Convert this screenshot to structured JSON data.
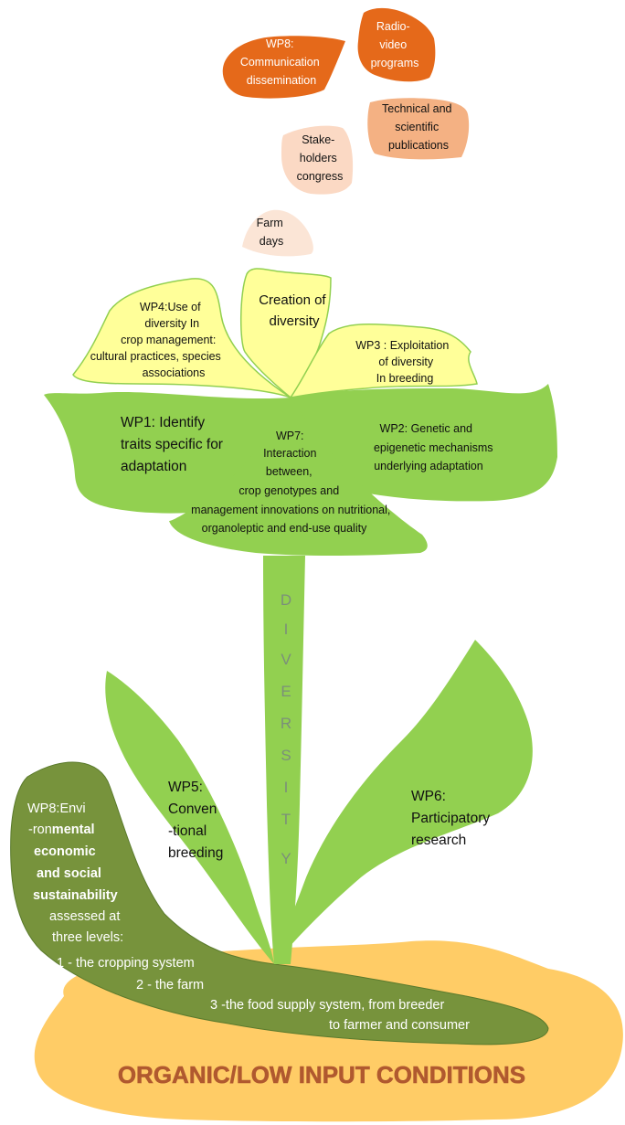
{
  "colors": {
    "petal_dark_orange": "#e5691a",
    "petal_mid_orange": "#f4b183",
    "petal_light": "#fbd9c4",
    "petal_pale": "#fbe5d6",
    "flower_yellow": "#ffff99",
    "leaf_green": "#92d050",
    "dark_leaf": "#77933c",
    "ground": "#ffcc66",
    "title_brown": "#b0592f"
  },
  "petals": {
    "wp8_comm": [
      "WP8:",
      "Communication",
      "dissemination"
    ],
    "radio": [
      "Radio-",
      "video",
      "programs"
    ],
    "publications": [
      "Technical and",
      "scientific",
      "publications"
    ],
    "congress": [
      "Stake-",
      "holders",
      "congress"
    ],
    "farm_days": [
      "Farm",
      "days"
    ]
  },
  "flower": {
    "creation": [
      "Creation of",
      "diversity"
    ],
    "wp4": [
      "WP4:Use of",
      "diversity In",
      "crop management:",
      "cultural practices, species",
      "associations"
    ],
    "wp3": [
      "WP3 : Exploitation",
      "of diversity",
      "In breeding"
    ],
    "wp1": [
      "WP1: Identify",
      "traits specific for",
      "adaptation"
    ],
    "wp2": [
      "WP2: Genetic and",
      "epigenetic mechanisms",
      "underlying adaptation"
    ],
    "wp7": [
      "WP7:",
      "Interaction",
      "between,",
      "crop genotypes  and",
      "management innovations on nutritional,",
      "organoleptic and end-use quality"
    ]
  },
  "stem_letters": [
    "D",
    "I",
    "V",
    "E",
    "R",
    "S",
    "I",
    "T",
    "Y"
  ],
  "leaves": {
    "wp5": [
      "WP5:",
      "Conven",
      "-tional",
      "breeding"
    ],
    "wp6": [
      "WP6:",
      "Participatory",
      "research"
    ]
  },
  "sustainability": {
    "line1": "WP8:Envi",
    "line2_a": "-ron",
    "line2_b": "mental",
    "line3": "economic",
    "line4": "and social",
    "line5": "sustainability",
    "line6": "assessed at",
    "line7": "three levels:",
    "level1": "1 - the cropping system",
    "level2": "2 - the farm",
    "level3": "3 -the food supply system, from breeder",
    "level3b": "to farmer and consumer"
  },
  "footer": {
    "title": "ORGANIC/LOW INPUT CONDITIONS"
  }
}
